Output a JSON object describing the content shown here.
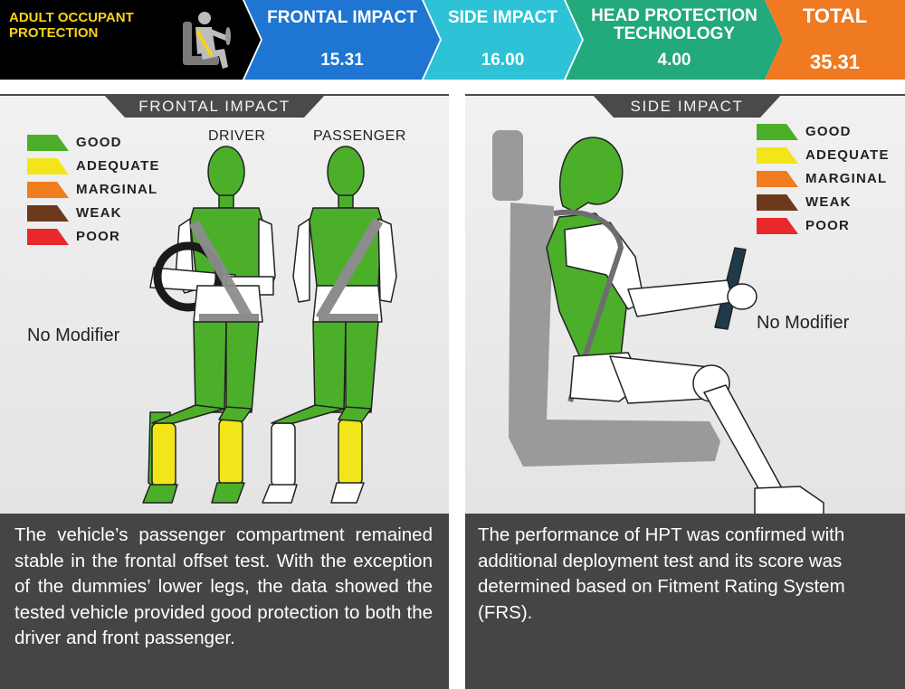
{
  "header": {
    "adult": {
      "title": "ADULT OCCUPANT PROTECTION"
    },
    "frontal": {
      "title": "FRONTAL IMPACT",
      "value": "15.31"
    },
    "side": {
      "title": "SIDE IMPACT",
      "value": "16.00"
    },
    "hpt": {
      "title": "HEAD PROTECTION TECHNOLOGY",
      "value": "4.00"
    },
    "total": {
      "title": "TOTAL",
      "value": "35.31"
    }
  },
  "legend": [
    {
      "label": "GOOD",
      "color": "#4caf2a"
    },
    {
      "label": "ADEQUATE",
      "color": "#f2e51a"
    },
    {
      "label": "MARGINAL",
      "color": "#f07d1f"
    },
    {
      "label": "WEAK",
      "color": "#6b3a1c"
    },
    {
      "label": "POOR",
      "color": "#e8282a"
    }
  ],
  "frontal": {
    "tab": "FRONTAL IMPACT",
    "driver_label": "DRIVER",
    "passenger_label": "PASSENGER",
    "modifier": "No Modifier",
    "summary": "The vehicle’s passenger compartment remained stable in the frontal offset test. With the exception of the dummies’ lower legs, the data showed the tested vehicle provided good protection to both the driver and front passenger."
  },
  "side": {
    "tab": "SIDE IMPACT",
    "modifier": "No Modifier",
    "summary": "The performance of HPT was confirmed with additional deployment test and its score was determined based on Fitment Rating System (FRS)."
  },
  "colors": {
    "good": "#4caf2a",
    "adequate": "#f2e51a",
    "belt": "#8c8c8c",
    "seat": "#9a9a9a",
    "dummy_white": "#ffffff"
  }
}
